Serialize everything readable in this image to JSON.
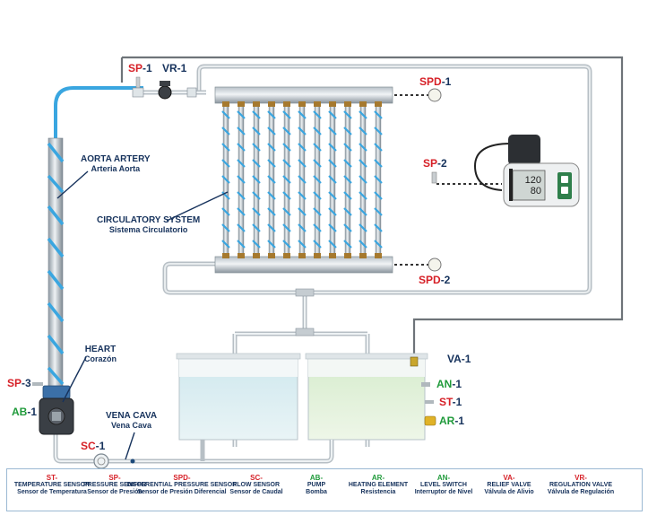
{
  "tags": {
    "sp1": {
      "prefix": "SP",
      "suffix": "-1"
    },
    "vr1": {
      "prefix": "VR",
      "suffix": "-1"
    },
    "spd1": {
      "prefix": "SPD",
      "suffix": "-1"
    },
    "sp2": {
      "prefix": "SP",
      "suffix": "-2"
    },
    "spd2": {
      "prefix": "SPD",
      "suffix": "-2"
    },
    "va1": {
      "prefix": "VA",
      "suffix": "-1"
    },
    "an1": {
      "prefix": "AN",
      "suffix": "-1"
    },
    "st1": {
      "prefix": "ST",
      "suffix": "-1"
    },
    "ar1": {
      "prefix": "AR",
      "suffix": "-1"
    },
    "sp3": {
      "prefix": "SP",
      "suffix": "-3"
    },
    "ab1": {
      "prefix": "AB",
      "suffix": "-1"
    },
    "sc1": {
      "prefix": "SC",
      "suffix": "-1"
    }
  },
  "labels": {
    "aorta": {
      "en": "AORTA ARTERY",
      "es": "Arteria Aorta"
    },
    "circulatory": {
      "en": "CIRCULATORY SYSTEM",
      "es": "Sistema Circulatorio"
    },
    "heart": {
      "en": "HEART",
      "es": "Corazón"
    },
    "vena": {
      "en": "VENA CAVA",
      "es": "Vena Cava"
    }
  },
  "monitor": {
    "line1": "120",
    "line2": "80"
  },
  "legend": [
    {
      "code": "ST-",
      "code_color": "red",
      "en": "TEMPERATURE SENSOR",
      "es": "Sensor de Temperatura"
    },
    {
      "code": "SP-",
      "code_color": "red",
      "en": "PRESSURE SENSOR",
      "es": "Sensor de Presión"
    },
    {
      "code": "SPD-",
      "code_color": "red",
      "en": "DIFFERENTIAL PRESSURE SENSOR",
      "es": "Sensor de Presión  Diferencial"
    },
    {
      "code": "SC-",
      "code_color": "red",
      "en": "FLOW SENSOR",
      "es": "Sensor de Caudal"
    },
    {
      "code": "AB-",
      "code_color": "green",
      "en": "PUMP",
      "es": "Bomba"
    },
    {
      "code": "AR-",
      "code_color": "green",
      "en": "HEATING ELEMENT",
      "es": "Resistencia"
    },
    {
      "code": "AN-",
      "code_color": "green",
      "en": "LEVEL SWITCH",
      "es": "Interruptor de Nivel"
    },
    {
      "code": "VA-",
      "code_color": "red",
      "en": "RELIEF VALVE",
      "es": "Válvula de Alivio"
    },
    {
      "code": "VR-",
      "code_color": "red",
      "en": "REGULATION VALVE",
      "es": "Válvula de Regulación"
    }
  ],
  "colors": {
    "tube": "#3aa6e0",
    "label": "#16325c",
    "sensor_red": "#d61f26",
    "actuator_green": "#1f9a3a"
  }
}
